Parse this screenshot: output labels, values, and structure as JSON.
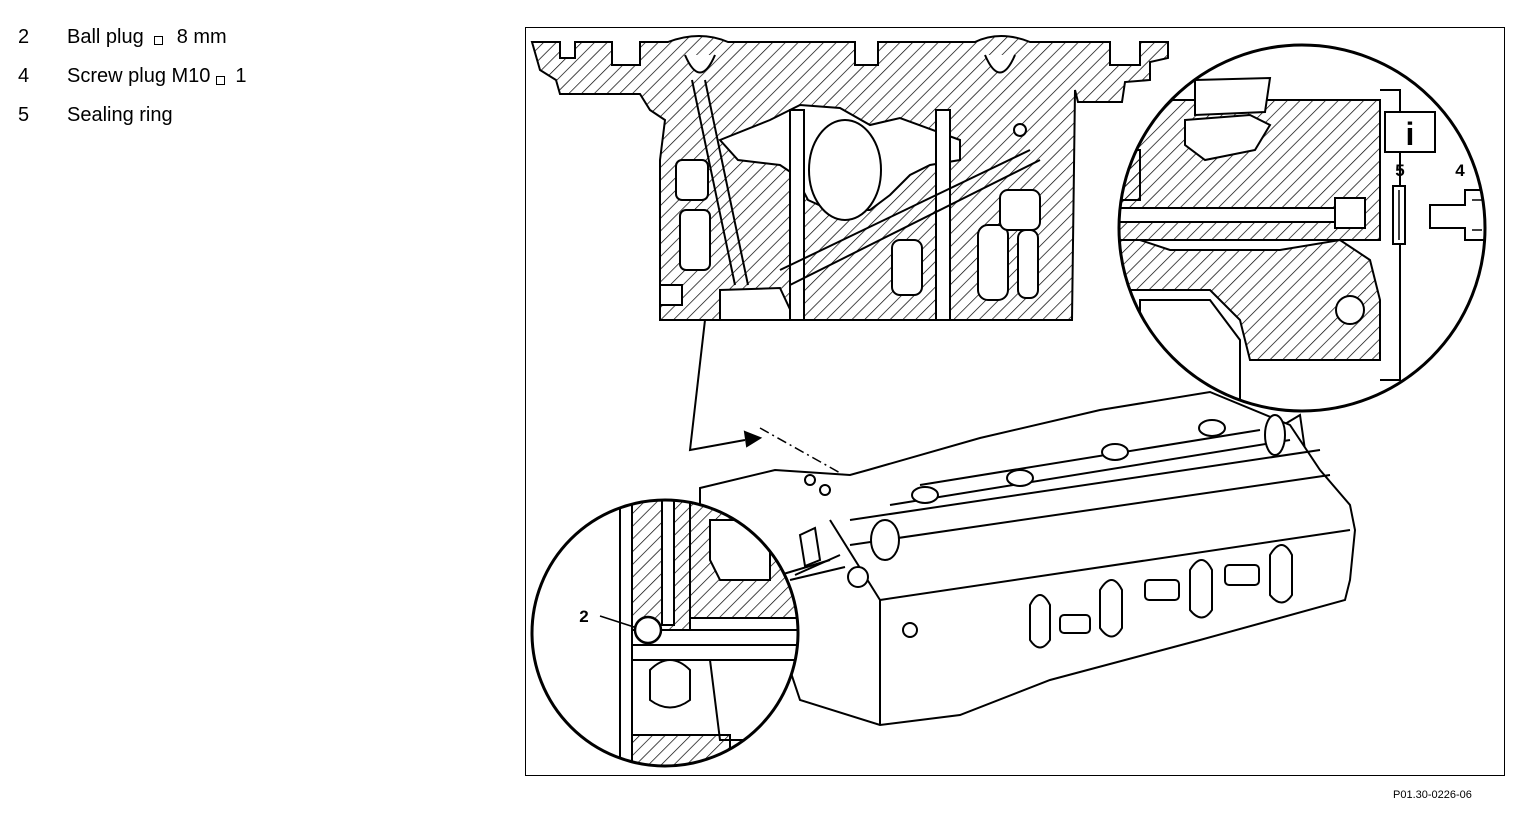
{
  "legend": [
    {
      "num": "2",
      "text": "Ball plug",
      "value": "8 mm"
    },
    {
      "num": "4",
      "text": "Screw plug M10",
      "value": "1"
    },
    {
      "num": "5",
      "text": "Sealing ring"
    }
  ],
  "labels": {
    "ball_plug_callout": "2",
    "sealing_ring_callout": "5",
    "screw_plug_callout": "4",
    "info_symbol": "i"
  },
  "figure_code": "P01.30-0226-06"
}
